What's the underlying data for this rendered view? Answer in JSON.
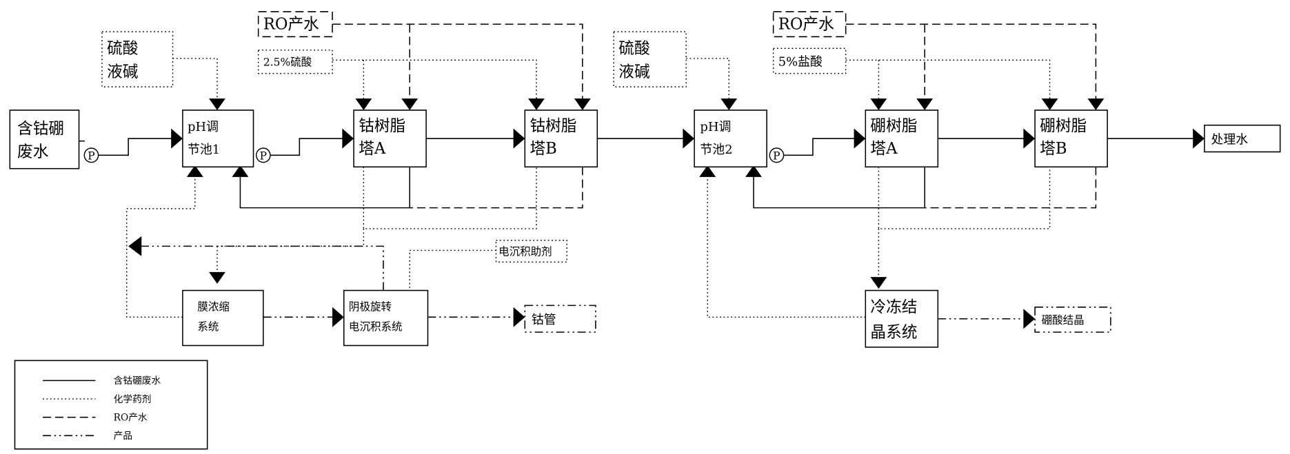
{
  "nodes": {
    "wastewater_line1": "含钴硼",
    "wastewater_line2": "废水",
    "ph1_line1": "pH调",
    "ph1_line2": "节池1",
    "coA_line1": "钴树脂",
    "coA_line2": "塔A",
    "coB_line1": "钴树脂",
    "coB_line2": "塔B",
    "ph2_line1": "pH调",
    "ph2_line2": "节池2",
    "bA_line1": "硼树脂",
    "bA_line2": "塔A",
    "bB_line1": "硼树脂",
    "bB_line2": "塔B",
    "treated": "处理水",
    "membrane_line1": "膜浓缩",
    "membrane_line2": "系统",
    "cathode_line1": "阴极旋转",
    "cathode_line2": "电沉积系统",
    "co_tube": "钴管",
    "freeze_line1": "冷冻结",
    "freeze_line2": "晶系统",
    "boric": "硼酸结晶"
  },
  "reagents": {
    "acid1_line1": "硫酸",
    "acid1_line2": "液碱",
    "ro1": "RO产水",
    "h2so4": "2.5%硫酸",
    "acid2_line1": "硫酸",
    "acid2_line2": "液碱",
    "ro2": "RO产水",
    "hcl": "5%盐酸",
    "electro_aid": "电沉积助剂"
  },
  "pump_label": "P",
  "legend": [
    {
      "style": "solid",
      "label": "含钴硼废水"
    },
    {
      "style": "dotted",
      "label": "化学药剂"
    },
    {
      "style": "dashed",
      "label": "RO产水"
    },
    {
      "style": "dash-dot-dot",
      "label": "产品"
    }
  ]
}
